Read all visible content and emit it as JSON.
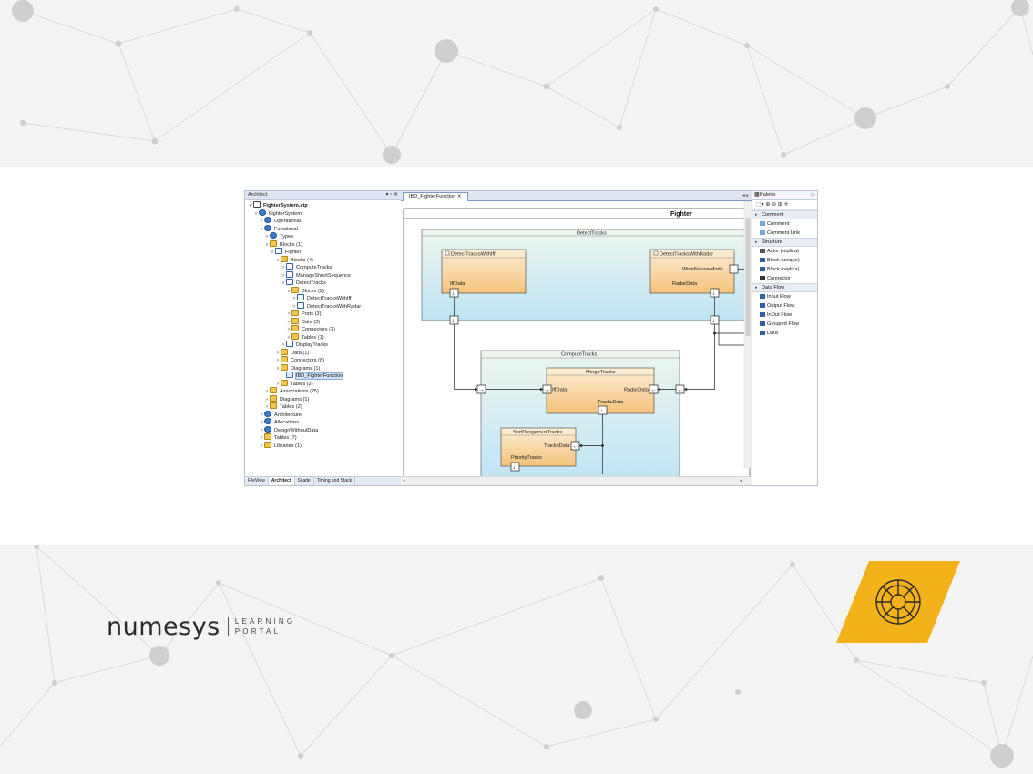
{
  "colors": {
    "accent": "#f4b21a",
    "tree_selection": "#cde0f7",
    "block_fill_top": "#fcefd6",
    "block_fill_bottom": "#f4c27b",
    "region_fill_top": "#eef6ee",
    "region_fill_bottom": "#bfe4f5"
  },
  "explorer": {
    "title": "Architect",
    "controls": "▾ ▫ ✕",
    "tree": [
      {
        "label": "FighterSystem.etp",
        "icon": "file",
        "arrow": "v",
        "bold": true
      },
      {
        "label": "FighterSystem",
        "icon": "pkg",
        "arrow": "v"
      },
      {
        "label": "Operational",
        "icon": "pkg",
        "arrow": ">"
      },
      {
        "label": "Functional",
        "icon": "pkg",
        "arrow": "v"
      },
      {
        "label": "Types",
        "icon": "pkg",
        "arrow": ">"
      },
      {
        "label": "Blocks (1)",
        "icon": "folder",
        "arrow": "v"
      },
      {
        "label": "Fighter",
        "icon": "blk",
        "arrow": "v"
      },
      {
        "label": "Blocks (4)",
        "icon": "folder",
        "arrow": "v"
      },
      {
        "label": "ComputeTracks",
        "icon": "blk",
        "arrow": ">"
      },
      {
        "label": "ManageShootSequence",
        "icon": "blk",
        "arrow": ">"
      },
      {
        "label": "DetectTracks",
        "icon": "blk",
        "arrow": "v"
      },
      {
        "label": "Blocks (2)",
        "icon": "folder",
        "arrow": "v"
      },
      {
        "label": "DetectTracksWithIff",
        "icon": "blk",
        "arrow": ">"
      },
      {
        "label": "DetectTracksWithRadar",
        "icon": "blk",
        "arrow": ">"
      },
      {
        "label": "Ports (3)",
        "icon": "folder",
        "arrow": ">"
      },
      {
        "label": "Data (3)",
        "icon": "folder",
        "arrow": ">"
      },
      {
        "label": "Connectors (3)",
        "icon": "folder",
        "arrow": ">"
      },
      {
        "label": "Tables (1)",
        "icon": "folder",
        "arrow": ">"
      },
      {
        "label": "DisplayTracks",
        "icon": "blk",
        "arrow": ">"
      },
      {
        "label": "Data (1)",
        "icon": "folder",
        "arrow": ">"
      },
      {
        "label": "Connectors (8)",
        "icon": "folder",
        "arrow": ">"
      },
      {
        "label": "Diagrams (1)",
        "icon": "folder",
        "arrow": "v"
      },
      {
        "label": "IBD_FighterFunction",
        "icon": "diag",
        "arrow": "",
        "selected": true
      },
      {
        "label": "Tables (2)",
        "icon": "folder",
        "arrow": ">"
      },
      {
        "label": "Associations (25)",
        "icon": "folder",
        "arrow": ">"
      },
      {
        "label": "Diagrams (1)",
        "icon": "folder",
        "arrow": ">"
      },
      {
        "label": "Tables (2)",
        "icon": "folder",
        "arrow": ">"
      },
      {
        "label": "Architecture",
        "icon": "pkg",
        "arrow": ">"
      },
      {
        "label": "Allocations",
        "icon": "pkg",
        "arrow": ">"
      },
      {
        "label": "DesignWithoutData",
        "icon": "pkg",
        "arrow": ">"
      },
      {
        "label": "Tables (7)",
        "icon": "folder",
        "arrow": ">"
      },
      {
        "label": "Libraries (1)",
        "icon": "folder",
        "arrow": ">"
      }
    ],
    "bottom_tabs": [
      {
        "label": "FileView",
        "active": false
      },
      {
        "label": "Architect",
        "active": true
      },
      {
        "label": "Scade",
        "active": false
      },
      {
        "label": "Timing and Stack",
        "active": false
      }
    ]
  },
  "editor": {
    "tab_label": "IBD_FighterFunction  ✕",
    "corner_controls": "◂ ▸",
    "diagram": {
      "frame_title": "Fighter",
      "detect_region": "DetectTracks",
      "compute_region": "ComputeTracks",
      "iff_block": "DetectTracksWithIff",
      "iff_port": "IffData",
      "radar_block": "DetectTracksWithRadar",
      "radar_mode_port": "WideNarrowMode",
      "radar_data_port": "RadarData",
      "merge_block": "MergeTracks",
      "merge_iff_port": "IffData",
      "merge_radar_port": "RadarData",
      "merge_tracks_port": "TracksData",
      "sort_block": "SortDangerousTracks",
      "sort_tracks_port": "TracksData",
      "sort_priority_port": "PriorityTracks"
    }
  },
  "palette": {
    "title": "Palette",
    "groups": [
      {
        "name": "Comment",
        "items": [
          "Comment",
          "Comment Link"
        ]
      },
      {
        "name": "Structure",
        "items": [
          "Actor (replica)",
          "Block (unique)",
          "Block (replica)",
          "Connector"
        ]
      },
      {
        "name": "Data Flow",
        "items": [
          "Input Flow",
          "Output Flow",
          "InOut Flow",
          "Grouped Flow",
          "Data"
        ]
      }
    ]
  },
  "branding": {
    "wordmark": "numesys",
    "sub_line1": "LEARNING",
    "sub_line2": "PORTAL"
  }
}
